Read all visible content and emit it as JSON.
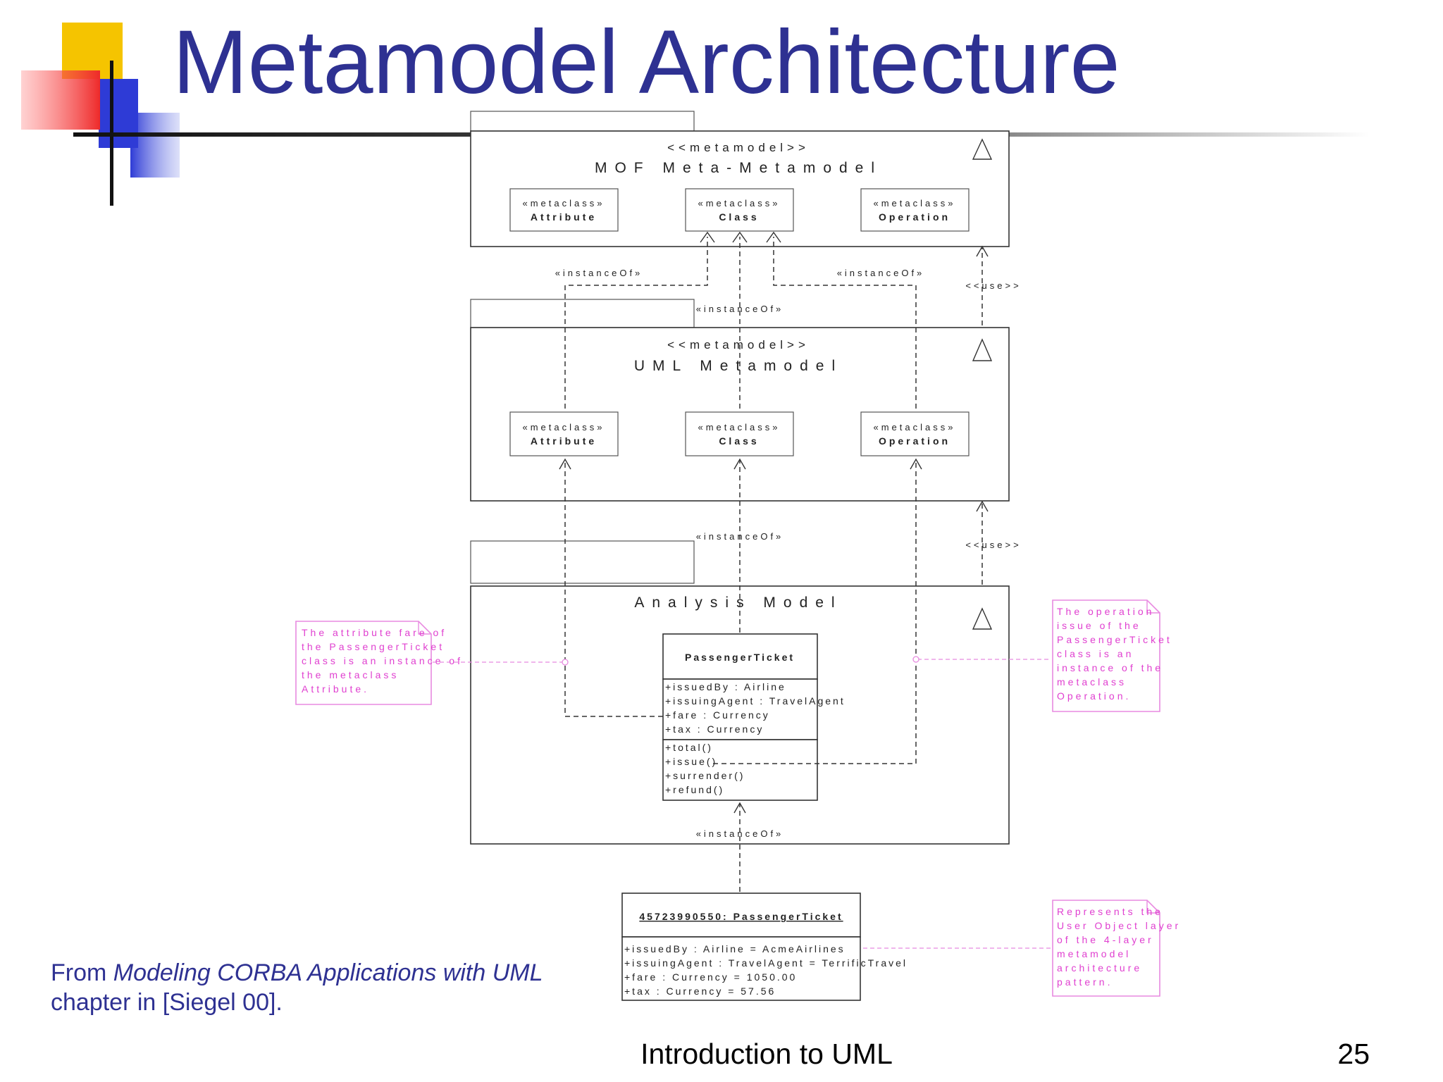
{
  "slide": {
    "title": "Metamodel Architecture",
    "footer_center": "Introduction to UML",
    "page_number": "25",
    "caption_prefix": "From ",
    "caption_italic": "Modeling CORBA Applications with UML",
    "caption_line2": "chapter in [Siegel 00]."
  },
  "colors": {
    "title": "#2e3192",
    "note": "#e040d0",
    "logo_yellow": "#f5c400",
    "logo_red": "#ee2a2a",
    "logo_blue": "#2e3bd6"
  },
  "diagram": {
    "mof": {
      "stereotype": "<<metamodel>>",
      "name": "MOF Meta-Metamodel",
      "metaclasses": [
        {
          "stereotype": "«metaclass»",
          "name": "Attribute"
        },
        {
          "stereotype": "«metaclass»",
          "name": "Class"
        },
        {
          "stereotype": "«metaclass»",
          "name": "Operation"
        }
      ]
    },
    "uml": {
      "stereotype": "<<metamodel>>",
      "name": "UML Metamodel",
      "metaclasses": [
        {
          "stereotype": "«metaclass»",
          "name": "Attribute"
        },
        {
          "stereotype": "«metaclass»",
          "name": "Class"
        },
        {
          "stereotype": "«metaclass»",
          "name": "Operation"
        }
      ]
    },
    "analysis": {
      "name": "Analysis Model",
      "class_name": "PassengerTicket",
      "attributes": [
        "+issuedBy : Airline",
        "+issuingAgent : TravelAgent",
        "+fare : Currency",
        "+tax : Currency"
      ],
      "operations": [
        "+total()",
        "+issue()",
        "+surrender()",
        "+refund()"
      ]
    },
    "object": {
      "name": "45723990550: PassengerTicket",
      "slots": [
        "+issuedBy : Airline = AcmeAirlines",
        "+issuingAgent : TravelAgent = TerrificTravel",
        "+fare : Currency = 1050.00",
        "+tax : Currency = 57.56"
      ]
    },
    "labels": {
      "instance_of": "«instanceOf»",
      "use": "<<use>>"
    },
    "notes": {
      "left": [
        "The attribute fare of",
        "the PassengerTicket",
        "class is an instance of",
        "the metaclass",
        "Attribute."
      ],
      "right_top": [
        "The operation",
        "issue of the",
        "PassengerTicket",
        "class is an",
        "instance of the",
        "metaclass",
        "Operation."
      ],
      "right_bottom": [
        "Represents the",
        "User Object layer",
        "of the 4-layer",
        "metamodel",
        "architecture",
        "pattern."
      ]
    }
  }
}
